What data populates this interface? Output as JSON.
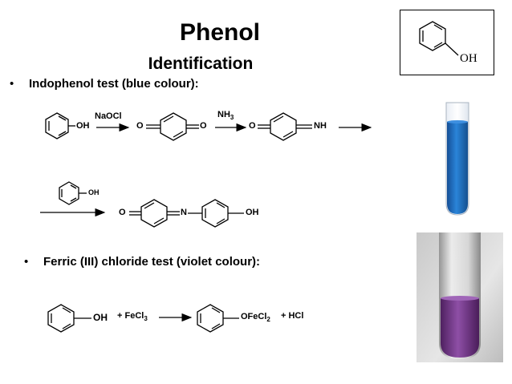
{
  "slide": {
    "title": "Phenol",
    "subtitle": "Identification",
    "bullets": [
      {
        "marker": "•",
        "text": "Indophenol test (blue colour):"
      },
      {
        "marker": "•",
        "text": "Ferric (III) chloride test (violet colour):"
      }
    ]
  },
  "structure_box": {
    "label": "OH"
  },
  "indophenol": {
    "reactant_oh": "OH",
    "reagent1": "NaOCl",
    "quinone_o_left": "O",
    "quinone_o_right": "O",
    "reagent2_base": "NH",
    "reagent2_sub": "3",
    "imine_o": "O",
    "imine_nh": "NH",
    "phenol_oh": "OH",
    "product_o": "O",
    "product_n": "N",
    "product_oh": "OH"
  },
  "ferric": {
    "reactant_oh": "OH",
    "reagent_base": "+ FeCl",
    "reagent_sub": "3",
    "product_base": "OFeCl",
    "product_sub": "2",
    "byproduct": "+ HCl"
  },
  "colors": {
    "blue_solution": "#1f6fc6",
    "violet_solution": "#7a3d8e",
    "text": "#000000"
  }
}
